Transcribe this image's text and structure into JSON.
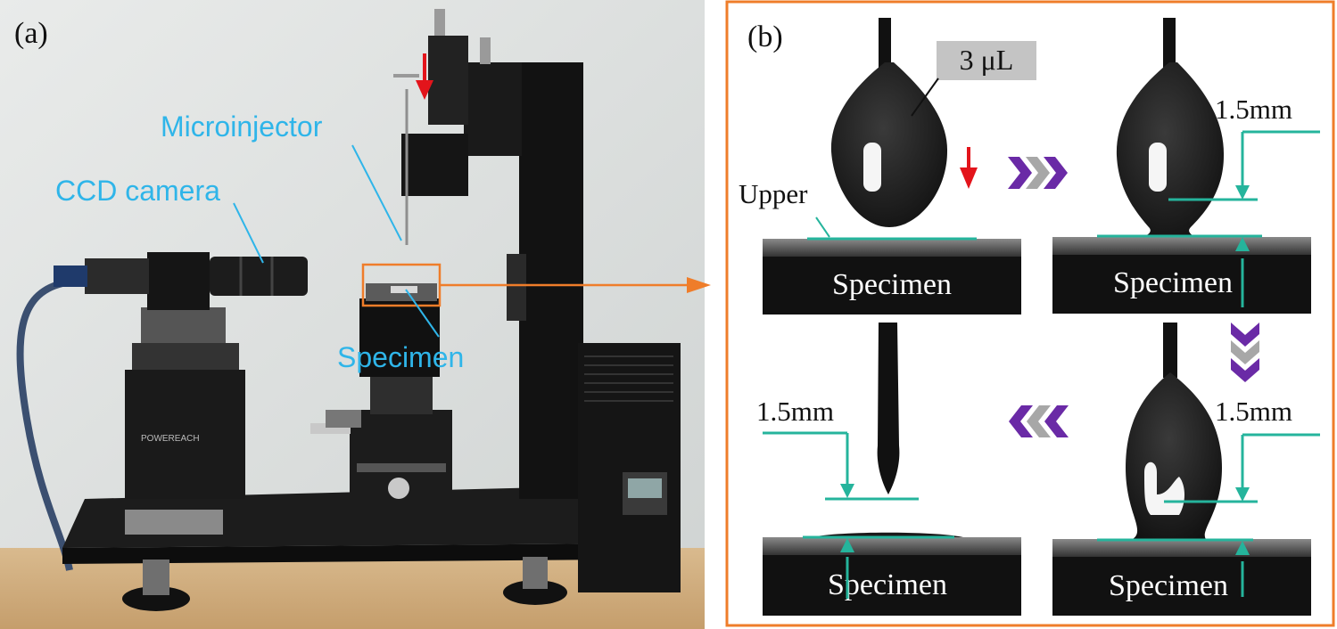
{
  "panel_a": {
    "label": "(a)",
    "callouts": {
      "microinjector": "Microinjector",
      "ccd_camera": "CCD camera",
      "specimen": "Specimen"
    },
    "photo_text": {
      "camera_base_brand": "POWEREACH"
    }
  },
  "panel_b": {
    "label": "(b)",
    "volume": "3 μL",
    "upper": "Upper",
    "dimension": "1.5mm",
    "specimen": "Specimen"
  },
  "colors": {
    "callout_blue": "#2fb5e9",
    "highlight_orange": "#ef7d2a",
    "teal_lines": "#25b49c",
    "purple_chevron": "#6a2aa6",
    "grey_chevron": "#a7a7a7",
    "red_arrow": "#e3141b"
  }
}
